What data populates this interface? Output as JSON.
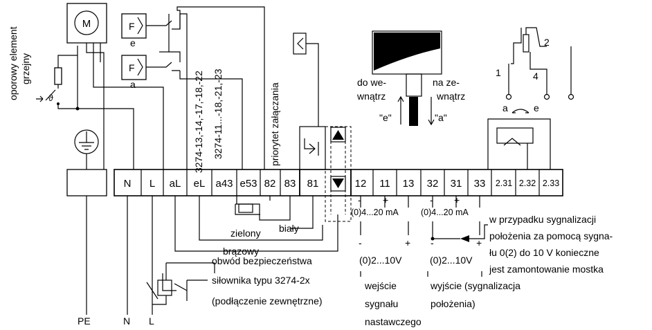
{
  "motor": {
    "symbol": "M"
  },
  "limit_switches": {
    "top": "F",
    "bottom": "F",
    "label_e": "e",
    "label_a": "a"
  },
  "heater": {
    "label_line1": "oporowy element",
    "label_line2": "grzejny",
    "theta": "ϑ"
  },
  "vertical_labels": {
    "group1": "3274-13,-14,-17,-18,-22",
    "group2": "3274-11...-18,-21,-23",
    "priority": "priorytet załączania"
  },
  "terminals": [
    "N",
    "L",
    "aL",
    "eL",
    "a43",
    "e53",
    "82",
    "83",
    "81",
    "12",
    "11",
    "13",
    "32",
    "31",
    "33",
    "2.31",
    "2.32",
    "2.33"
  ],
  "bottom_terminals": {
    "pe": "PE",
    "n": "N",
    "l": "L"
  },
  "valve": {
    "inward_line1": "do we-",
    "inward_line2": "wnątrz",
    "inward_arrow": "\"e\"",
    "outward_line1": "na ze-",
    "outward_line2": "wnątrz",
    "outward_arrow": "\"a\""
  },
  "pot": {
    "pin1": "1",
    "pin2": "2",
    "pin4": "4",
    "dir_a": "a",
    "dir_e": "e"
  },
  "signals": {
    "in_current": "(0)4...20 mA",
    "out_current": "(0)4...20 mA",
    "in_voltage": "(0)2...10V",
    "out_voltage": "(0)2...10V",
    "minus": "-",
    "plus": "+"
  },
  "wires": {
    "green": "zielony",
    "white": "biały",
    "brown": "brązowy"
  },
  "safety": {
    "line1": "obwód bezpieczeństwa",
    "line2": "siłownika typu 3274-2x",
    "line3": "(podłączenie zewnętrzne)"
  },
  "input_label": {
    "line1": "wejście",
    "line2": "sygnału",
    "line3": "nastawczego"
  },
  "output_label": {
    "line1": "wyjście (sygnalizacja",
    "line2": "położenia)"
  },
  "note": {
    "line1": "w przypadku sygnalizacji",
    "line2": "położenia za pomocą sygna-",
    "line3": "łu 0(2) do 10 V konieczne",
    "line4": "jest zamontowanie mostka"
  }
}
